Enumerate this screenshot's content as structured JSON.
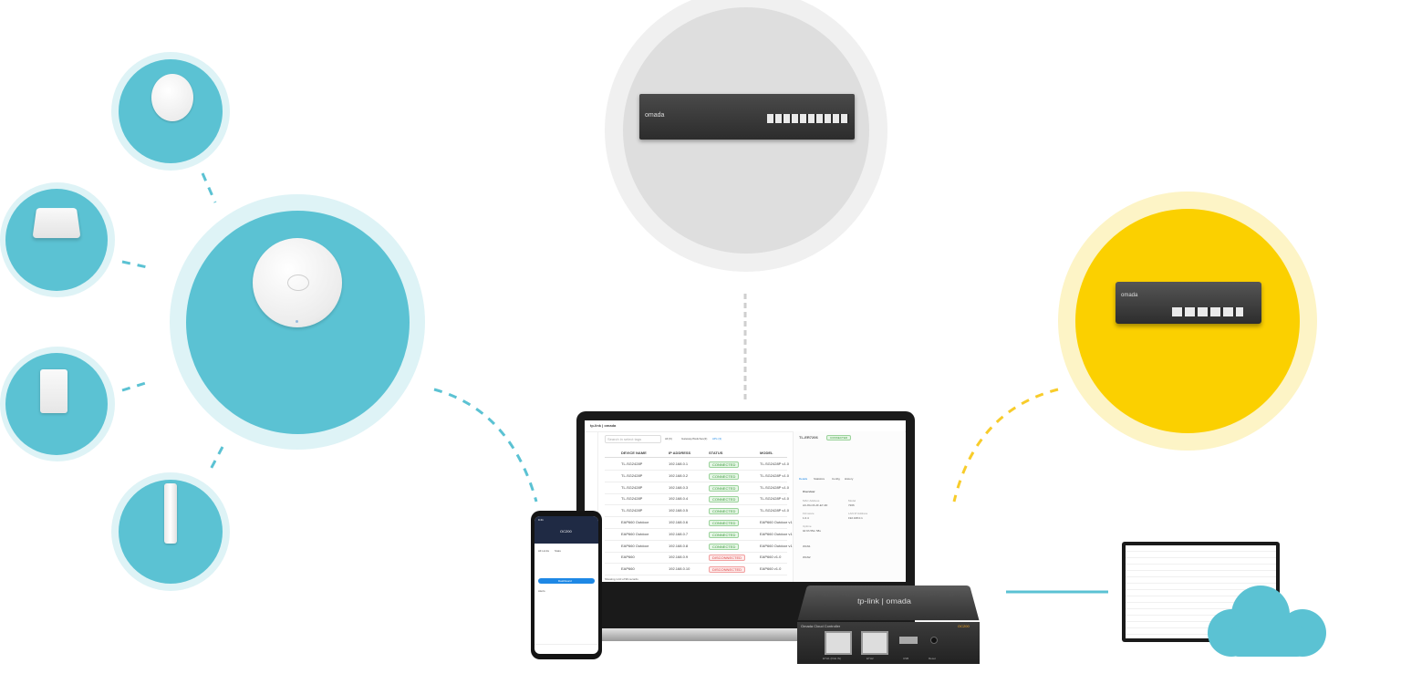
{
  "laptop": {
    "brand": "tp-link | omada",
    "search_placeholder": "Search in select tags",
    "filters": [
      "All (6)",
      "Gateway/Switches(3)",
      "APs (3)"
    ],
    "columns": [
      "DEVICE NAME",
      "IP ADDRESS",
      "STATUS",
      "MODEL"
    ],
    "rows": [
      {
        "name": "TL-SG2428P",
        "ip": "192.168.0.1",
        "status": "CONNECTED",
        "model": "TL-SG2428P v1.0"
      },
      {
        "name": "TL-SG2428P",
        "ip": "192.168.0.2",
        "status": "CONNECTED",
        "model": "TL-SG2428P v1.0"
      },
      {
        "name": "TL-SG2428P",
        "ip": "192.168.0.3",
        "status": "CONNECTED",
        "model": "TL-SG2428P v1.0"
      },
      {
        "name": "TL-SG2428P",
        "ip": "192.168.0.4",
        "status": "CONNECTED",
        "model": "TL-SG2428P v1.0"
      },
      {
        "name": "TL-SG2428P",
        "ip": "192.168.0.5",
        "status": "CONNECTED",
        "model": "TL-SG2428P v1.0"
      },
      {
        "name": "EAP660 Outdoor",
        "ip": "192.168.0.6",
        "status": "CONNECTED",
        "model": "EAP660 Outdoor v1.0"
      },
      {
        "name": "EAP660 Outdoor",
        "ip": "192.168.0.7",
        "status": "CONNECTED",
        "model": "EAP660 Outdoor v1.0"
      },
      {
        "name": "EAP660 Outdoor",
        "ip": "192.168.0.8",
        "status": "CONNECTED",
        "model": "EAP660 Outdoor v1.0"
      },
      {
        "name": "EAP660",
        "ip": "192.168.0.9",
        "status": "DISCONNECTED",
        "model": "EAP660 v1.0"
      },
      {
        "name": "EAP660",
        "ip": "192.168.0.10",
        "status": "DISCONNECTED",
        "model": "EAP660 v1.0"
      }
    ],
    "pagination": "Showing 1-10 of 96 records",
    "panel": {
      "title": "TL-ER7206",
      "badge": "CONNECTED",
      "tabs": [
        "Details",
        "Statistics",
        "Config",
        "History"
      ],
      "overview_label": "Overview",
      "fields": [
        {
          "label": "MAC Address",
          "value": "AC-84-C6-2F-E7-4D"
        },
        {
          "label": "Model",
          "value": "7206"
        },
        {
          "label": "Firmware",
          "value": "1.0.4"
        },
        {
          "label": "LAN IP Address",
          "value": "192.168.0.1"
        },
        {
          "label": "Uptime",
          "value": "0d 9h 55m 58s"
        }
      ],
      "wan1": "WAN1",
      "wan2": "WAN2"
    }
  },
  "phone": {
    "time": "9:41",
    "site": "OC200",
    "tabs": [
      "All Limits",
      "Stats"
    ],
    "button": "Dashboard",
    "alerts_label": "Alerts"
  },
  "controller": {
    "brand": "tp-link | omada",
    "label": "Omada Cloud Controller",
    "model": "OC200",
    "ports": [
      "ETH1 (PoE IN)",
      "ETH2",
      "USB",
      "Reset"
    ]
  },
  "switch": {
    "brand": "omada"
  },
  "router": {
    "brand": "omada"
  },
  "colors": {
    "teal": "#5bc2d3",
    "teal_light": "#def3f6",
    "gray": "#dedede",
    "yellow": "#fbd000",
    "yellow_light": "#fdf4c6"
  }
}
